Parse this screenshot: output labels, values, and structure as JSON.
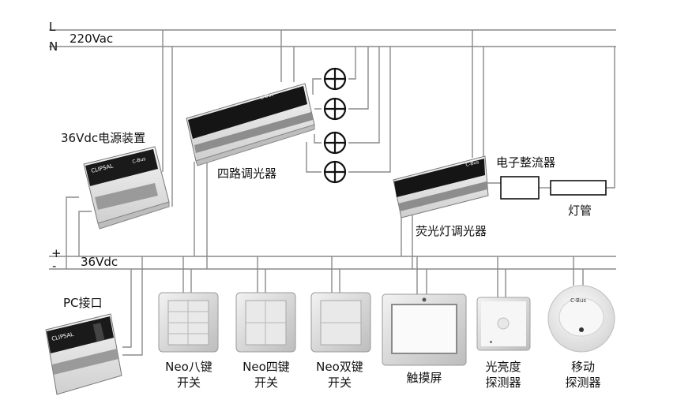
{
  "bus_ac": {
    "line_label": "L",
    "neutral_label": "N",
    "voltage": "220Vac"
  },
  "bus_dc": {
    "plus_label": "+",
    "minus_label": "-",
    "voltage": "36Vdc"
  },
  "devices": {
    "psu": "36Vdc电源装置",
    "dimmer4": "四路调光器",
    "ballast": "电子整流器",
    "tube": "灯管",
    "fluoro": "荧光灯调光器",
    "pc": "PC接口",
    "neo8": [
      "Neo八键",
      "开关"
    ],
    "neo4": [
      "Neo四键",
      "开关"
    ],
    "neo2": [
      "Neo双键",
      "开关"
    ],
    "touch": "触摸屏",
    "lux": [
      "光亮度",
      "探测器"
    ],
    "motion": [
      "移动",
      "探测器"
    ]
  },
  "module_text": {
    "brand": "CLIPSAL",
    "cbus": "C-Bus"
  }
}
